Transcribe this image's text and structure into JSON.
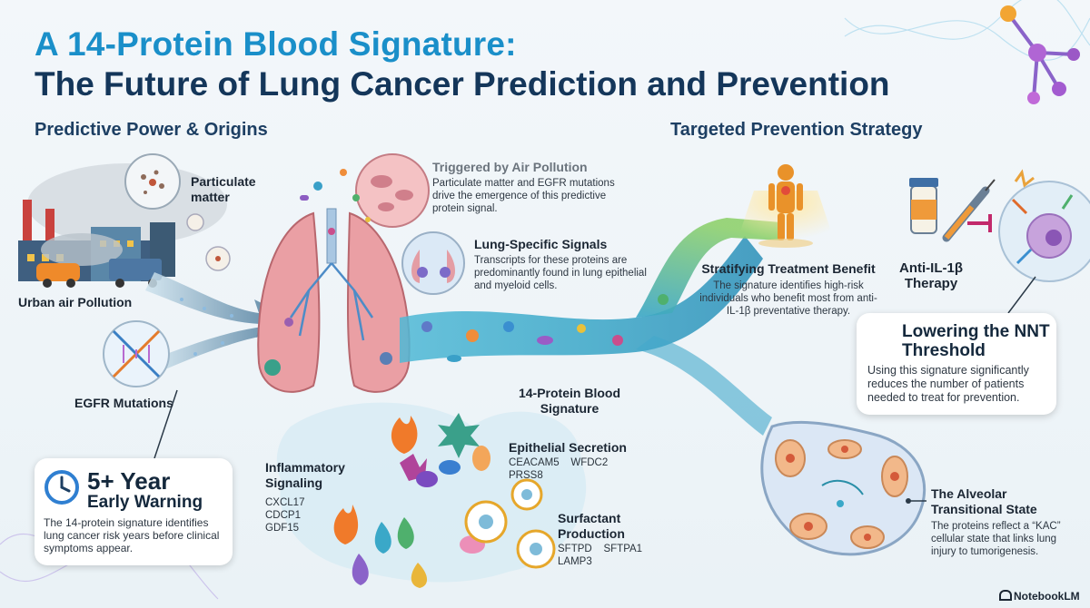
{
  "title": {
    "line1": "A 14-Protein Blood Signature:",
    "line2": "The Future of Lung Cancer Prediction and Prevention"
  },
  "sections": {
    "left": "Predictive Power & Origins",
    "right": "Targeted Prevention Strategy"
  },
  "labels": {
    "particulate": "Particulate matter",
    "urban": "Urban air Pollution",
    "egfr": "EGFR Mutations",
    "signature": "14-Protein Blood Signature",
    "inflammatory": "Inflammatory Signaling",
    "inflammatory_proteins": "CXCL17\nCDCP1\nGDF15",
    "epithelial": "Epithelial Secretion",
    "epithelial_proteins": "CEACAM5    WFDC2\nPRSS8",
    "surfactant": "Surfactant Production",
    "surfactant_proteins": "SFTPD    SFTPA1\nLAMP3"
  },
  "air_pollution": {
    "title": "Triggered by Air Pollution",
    "text": "Particulate matter and EGFR mutations drive the emergence of this predictive protein signal."
  },
  "lung_signals": {
    "title": "Lung-Specific Signals",
    "text": "Transcripts for these proteins are predominantly found in lung epithelial and myeloid cells."
  },
  "early_warning": {
    "line1": "5+ Year",
    "line2": "Early Warning",
    "text": "The 14-protein signature identifies lung cancer risk years before clinical symptoms appear."
  },
  "stratifying": {
    "title": "Stratifying Treatment Benefit",
    "text": "The signature identifies high-risk individuals who benefit most from anti-IL-1β preventative therapy."
  },
  "therapy": {
    "title": "Anti-IL-1β Therapy"
  },
  "nnt": {
    "title": "Lowering the NNT Threshold",
    "text": "Using this signature significantly reduces the number of patients needed to treat for prevention."
  },
  "alveolar": {
    "title": "The Alveolar Transitional State",
    "text": "The proteins reflect a “KAC” cellular state that links lung injury to tumorigenesis."
  },
  "brand": "NotebookLM",
  "colors": {
    "title_blue": "#1a8fc9",
    "title_navy": "#14365a",
    "stream_teal": "#2aa8c2",
    "stream_green": "#7cc86a",
    "lung_pink": "#e79aa0",
    "arrow_blue": "#2f7fd1"
  }
}
